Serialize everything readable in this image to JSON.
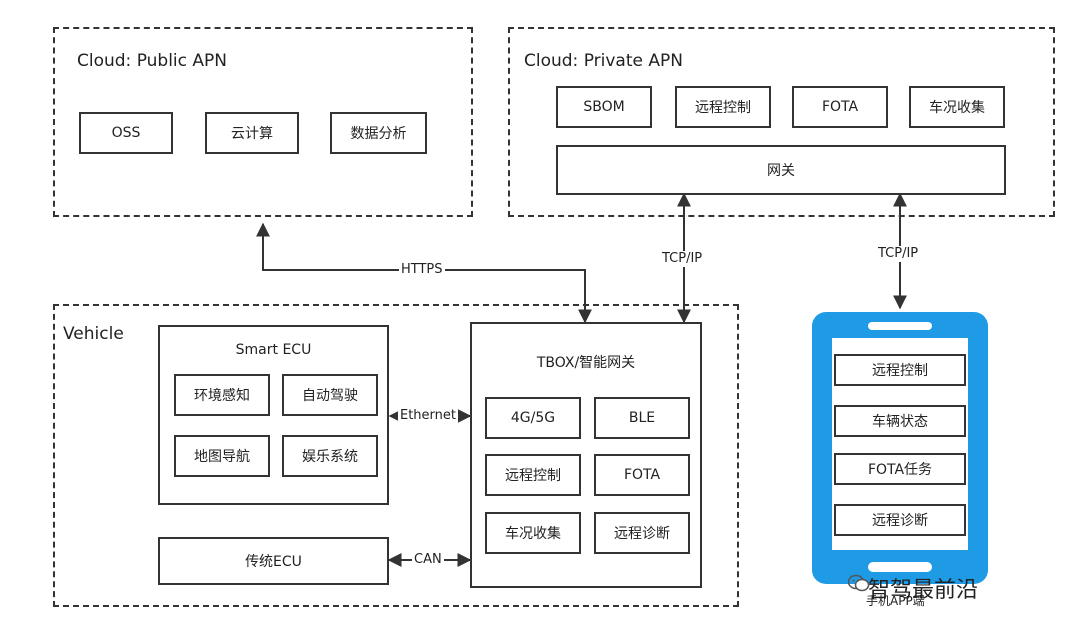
{
  "public_cloud": {
    "title": "Cloud: Public APN",
    "services": [
      "OSS",
      "云计算",
      "数据分析"
    ]
  },
  "private_cloud": {
    "title": "Cloud: Private APN",
    "services": [
      "SBOM",
      "远程控制",
      "FOTA",
      "车况收集"
    ],
    "gateway": "网关"
  },
  "vehicle": {
    "title": "Vehicle",
    "smart_ecu": {
      "title": "Smart ECU",
      "modules": [
        "环境感知",
        "自动驾驶",
        "地图导航",
        "娱乐系统"
      ]
    },
    "legacy_ecu": "传统ECU",
    "tbox": {
      "title": "TBOX/智能网关",
      "modules": [
        "4G/5G",
        "BLE",
        "远程控制",
        "FOTA",
        "车况收集",
        "远程诊断"
      ]
    }
  },
  "connections": {
    "https": "HTTPS",
    "tcpip_vehicle": "TCP/IP",
    "tcpip_phone": "TCP/IP",
    "ethernet": "Ethernet",
    "can": "CAN"
  },
  "phone_app": {
    "caption": "手机APP端",
    "items": [
      "远程控制",
      "车辆状态",
      "FOTA任务",
      "远程诊断"
    ]
  },
  "watermark": "智驾最前沿",
  "colors": {
    "phone": "#1f9be6",
    "line": "#333333"
  }
}
